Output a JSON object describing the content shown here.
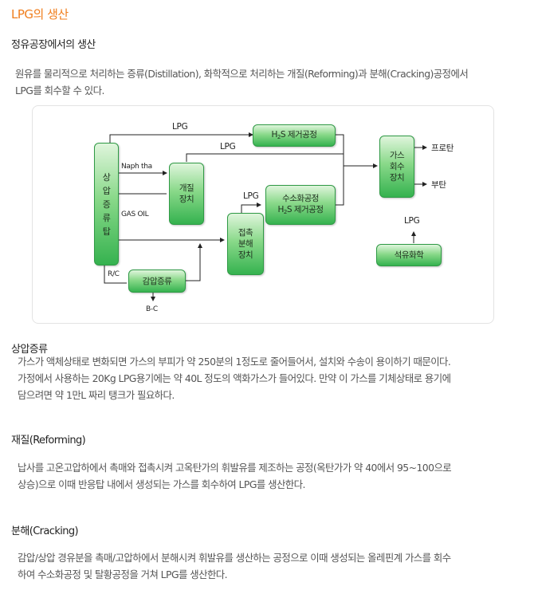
{
  "page_title": "LPG의 생산",
  "section1": {
    "heading": "정유공장에서의 생산",
    "intro_line1": "원유를 물리적으로 처리하는 증류(Distillation), 화학적으로 처리하는 개질(Reforming)과 분해(Cracking)공정에서",
    "intro_line2": "LPG를 회수할 수 있다."
  },
  "diagram": {
    "nodes": {
      "atmospheric_tower_chars": [
        "상",
        "압",
        "증",
        "류",
        "탑"
      ],
      "h2s_top": {
        "prefix": "H",
        "sub": "2",
        "suffix": "S 제거공정"
      },
      "reformer": [
        "개질",
        "장치"
      ],
      "hydro_line1": "수소화공정",
      "hydro_line2": {
        "prefix": "H",
        "sub": "2",
        "suffix": "S 제거공정"
      },
      "cracker": [
        "접촉",
        "분해",
        "장치"
      ],
      "vacuum": "감압증류",
      "recovery": [
        "가스",
        "회수",
        "장치"
      ],
      "petrochem": "석유화학"
    },
    "labels": {
      "lpg_top": "LPG",
      "lpg_second": "LPG",
      "lpg_hydro": "LPG",
      "lpg_petrochem": "LPG",
      "naphtha": "Naph tha",
      "gas_oil": "GAS OIL",
      "rc": "R/C",
      "bc": "B-C",
      "propane": "프로탄",
      "butane": "부탄"
    }
  },
  "section2": {
    "heading": "상압증류",
    "line1": "가스가 액체상태로 변화되면 가스의 부피가 약 250분의 1정도로 줄어들어서, 설치와 수송이 용이하기 때문이다.",
    "line2": "가정에서 사용하는 20Kg LPG용기에는 약 40L 정도의 액화가스가 들어있다. 만약 이 가스를 기체상태로 용기에",
    "line3": "담으려면 약 1만L 짜리 탱크가 필요하다."
  },
  "section3": {
    "heading": "재질(Reforming)",
    "line1": "납사를 고온고압하에서 촉매와 접촉시켜 고옥탄가의 휘발유를 제조하는 공정(옥탄가가 약 40에서 95~100으로",
    "line2": "상승)으로 이때 반응탑 내에서 생성되는 가스를 회수하여 LPG를 생산한다."
  },
  "section4": {
    "heading": "분해(Cracking)",
    "line1": "감압/상압 경유분을 촉매/고압하에서 분해시켜 휘발유를 생산하는 공정으로 이때 생성되는 올레핀계 가스를 회수",
    "line2": "하여 수소화공정 및 탈황공정을 거쳐 LPG를 생산한다."
  },
  "colors": {
    "title_orange": "#f07e1d",
    "box_green": "#35b24f"
  }
}
